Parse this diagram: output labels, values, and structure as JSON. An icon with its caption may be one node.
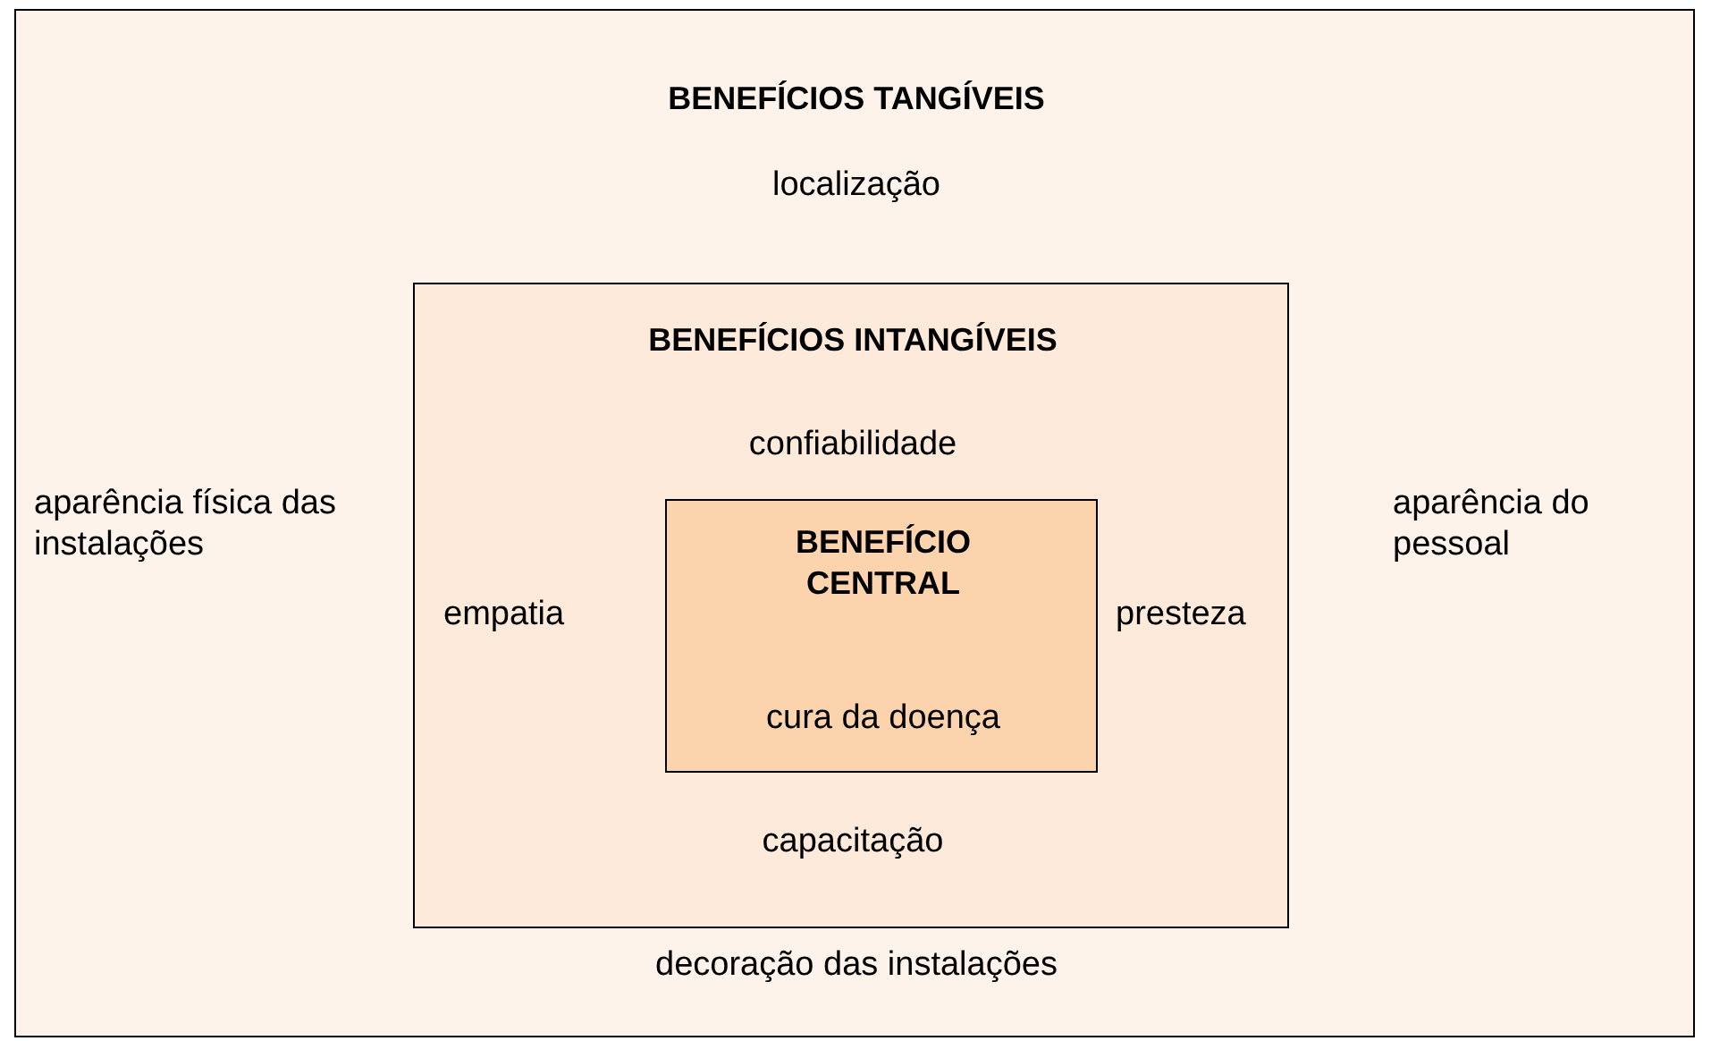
{
  "diagram": {
    "nodes": [
      {
        "text": [
          "BENEFÍCIOS TANGÍVEIS",
          "localização",
          "aparência física das instalações",
          "aparência do pessoal",
          "decoração das instalações"
        ]
      },
      {
        "text": [
          "BENEFÍCIOS INTANGÍVEIS",
          "confiabilidade",
          "empatia",
          "presteza",
          "capacitação"
        ],
        "in": 0
      },
      {
        "text": [
          "BENEFÍCIO CENTRAL",
          "cura da doença"
        ],
        "in": 1
      }
    ]
  }
}
